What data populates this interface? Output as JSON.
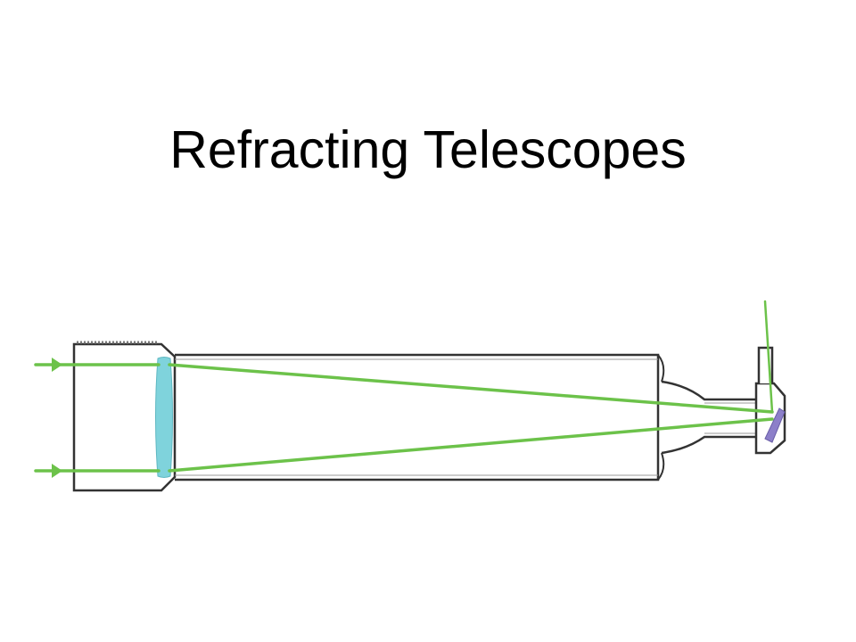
{
  "slide": {
    "title": "Refracting Telescopes"
  },
  "colors": {
    "background": "#ffffff",
    "title": "#000000",
    "tube_outline": "#333333",
    "light_ray": "#6cc24a",
    "objective_lens": "#7fd3dc",
    "diagonal_mirror": "#8c7fc9"
  },
  "diagram": {
    "components": [
      "dew-shield",
      "objective-lens",
      "main-tube",
      "focuser-drawtube",
      "star-diagonal",
      "eyepiece-barrel"
    ],
    "light_rays": [
      "incoming-ray-top",
      "incoming-ray-bottom",
      "converging-ray-top",
      "converging-ray-bottom",
      "exit-ray"
    ]
  }
}
